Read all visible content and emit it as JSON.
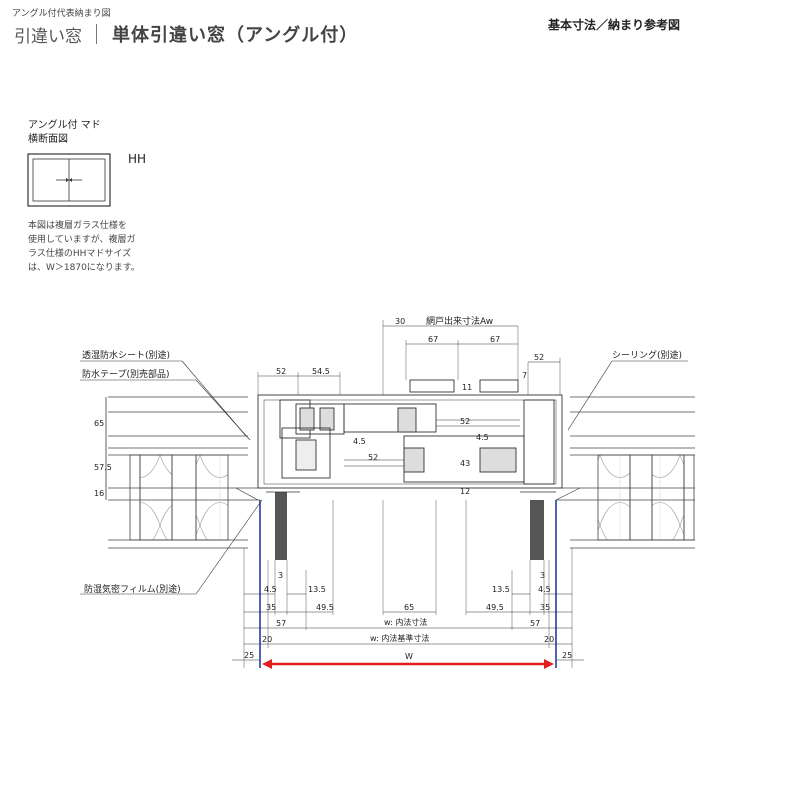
{
  "header": {
    "caption": "アングル付代表納まり図",
    "category": "引違い窓",
    "title": "単体引違い窓（アングル付）",
    "reference": "基本寸法／納まり参考図"
  },
  "side": {
    "title_line1": "アングル付 マド",
    "title_line2": "横断面図",
    "code": "HH",
    "note_lines": [
      "本図は複層ガラス仕様を",
      "使用していますが、複層ガ",
      "ラス仕様のHHマドサイズ",
      "は、W＞1870になります。"
    ]
  },
  "callouts": {
    "vapor_sheet": "透湿防水シート(別途)",
    "waterproof_tape": "防水テープ(別売部品)",
    "sealing": "シーリング(別途)",
    "moisture_film": "防湿気密フィルム(別途)",
    "screen_dim": "網戸出来寸法Aw"
  },
  "dims": {
    "d30": "30",
    "d52a": "52",
    "d545": "54.5",
    "d67a": "67",
    "d67b": "67",
    "d52b": "52",
    "d7": "7",
    "d11": "11",
    "d65v": "65",
    "d575": "57.5",
    "d16": "16",
    "d52v": "52",
    "d45a": "4.5",
    "d45b": "4.5",
    "d52c": "52",
    "d43": "43",
    "d12": "12",
    "b3a": "3",
    "b3b": "3",
    "b45a": "4.5",
    "b135a": "13.5",
    "b135b": "13.5",
    "b45b": "4.5",
    "b35a": "35",
    "b495a": "49.5",
    "b65": "65",
    "b495b": "49.5",
    "b35b": "35",
    "b57a": "57",
    "b57b": "57",
    "b20a": "20",
    "b20b": "20",
    "b25a": "25",
    "b25b": "25",
    "w_inner": "w: 内法寸法",
    "w_base": "w: 内法基準寸法",
    "w": "W"
  },
  "colors": {
    "frame_blue": "#1f3f9e",
    "w_arrow_red": "#e02020",
    "wood_fill": "#555555",
    "line": "#333333"
  }
}
